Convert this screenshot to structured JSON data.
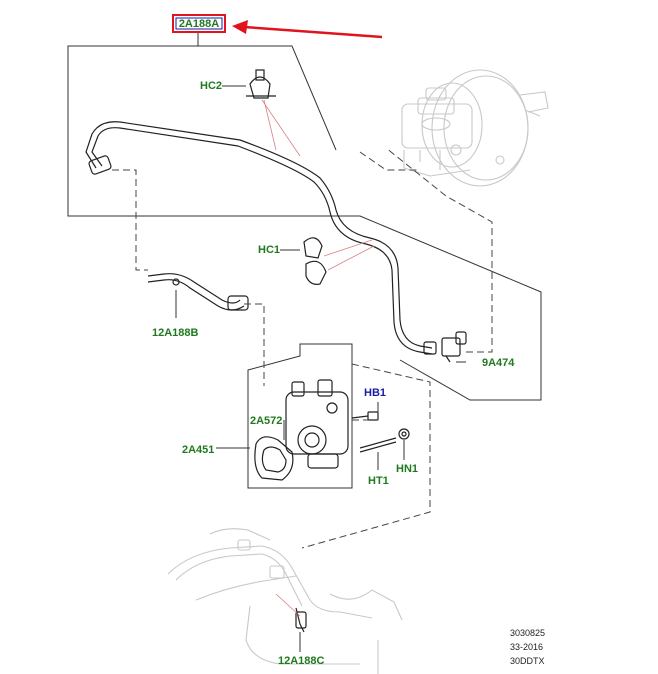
{
  "diagram": {
    "labels": {
      "main_part": "2A188A",
      "hc2": "HC2",
      "hc1": "HC1",
      "p12a188b": "12A188B",
      "p9a474": "9A474",
      "hb1": "HB1",
      "p2a572": "2A572",
      "p2a451": "2A451",
      "hn1": "HN1",
      "ht1": "HT1",
      "p12a188c": "12A188C"
    },
    "footer": {
      "line1": "3030825",
      "line2": "33-2016",
      "line3": "30DDTX"
    },
    "colors": {
      "part_label": "#1f7a1f",
      "bolt_label": "#1a1aa8",
      "highlight": "#e0141e",
      "arrow": "#e0141e"
    }
  }
}
